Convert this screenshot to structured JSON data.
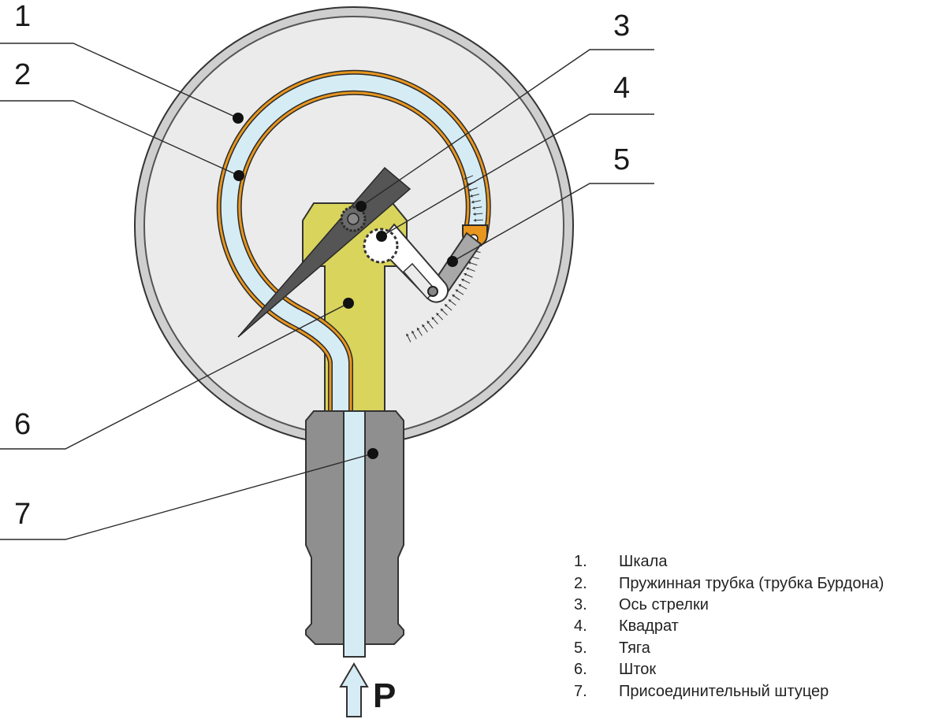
{
  "callouts": [
    "1",
    "2",
    "3",
    "4",
    "5",
    "6",
    "7"
  ],
  "pressure_label": "P",
  "legend": [
    {
      "num": "1.",
      "text": "Шкала"
    },
    {
      "num": "2.",
      "text": "Пружинная трубка (трубка Бурдона)"
    },
    {
      "num": "3.",
      "text": "Ось стрелки"
    },
    {
      "num": "4.",
      "text": "Квадрат"
    },
    {
      "num": "5.",
      "text": "Тяга"
    },
    {
      "num": "6.",
      "text": "Шток"
    },
    {
      "num": "7.",
      "text": "Присоединительный штуцер"
    }
  ],
  "colors": {
    "dial": "#ebebeb",
    "bezel": "#8a8a8a",
    "tube_fill": "#d6ecf5",
    "tube_outline": "#e8961e",
    "holder": "#d9d45c",
    "fitting": "#8f8f8f",
    "needle": "#555555",
    "outline": "#222222"
  }
}
